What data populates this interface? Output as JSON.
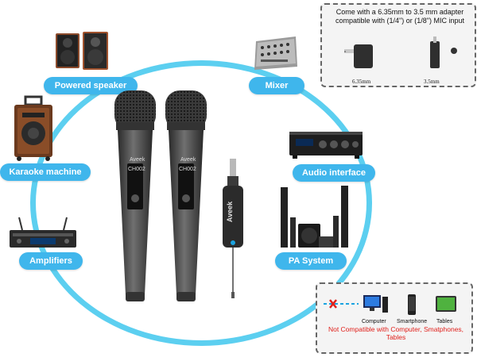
{
  "devices": {
    "powered_speaker": "Powered speaker",
    "mixer": "Mixer",
    "karaoke_machine": "Karaoke machine",
    "audio_interface": "Audio interface",
    "amplifiers": "Amplifiers",
    "pa_system": "PA System"
  },
  "adapter_note": {
    "text": "Come with a 6.35mm to 3.5 mm adapter compatible with (1/4\") or (1/8\") MIC input",
    "label_635": "6.35mm",
    "label_35": "3.5mm"
  },
  "compat_note": {
    "computer": "Computer",
    "smartphone": "Smartphone",
    "tables": "Tables",
    "warning": "Not Compatible with Computer, Smatphones, Tables"
  },
  "product": {
    "brand": "Aveek",
    "mic_brand": "Aveek",
    "mic1_channel": "CH002",
    "mic2_channel": "CH002"
  },
  "colors": {
    "accent": "#3fb6ec",
    "ring": "#5ccff0",
    "warning": "#e0201b"
  }
}
